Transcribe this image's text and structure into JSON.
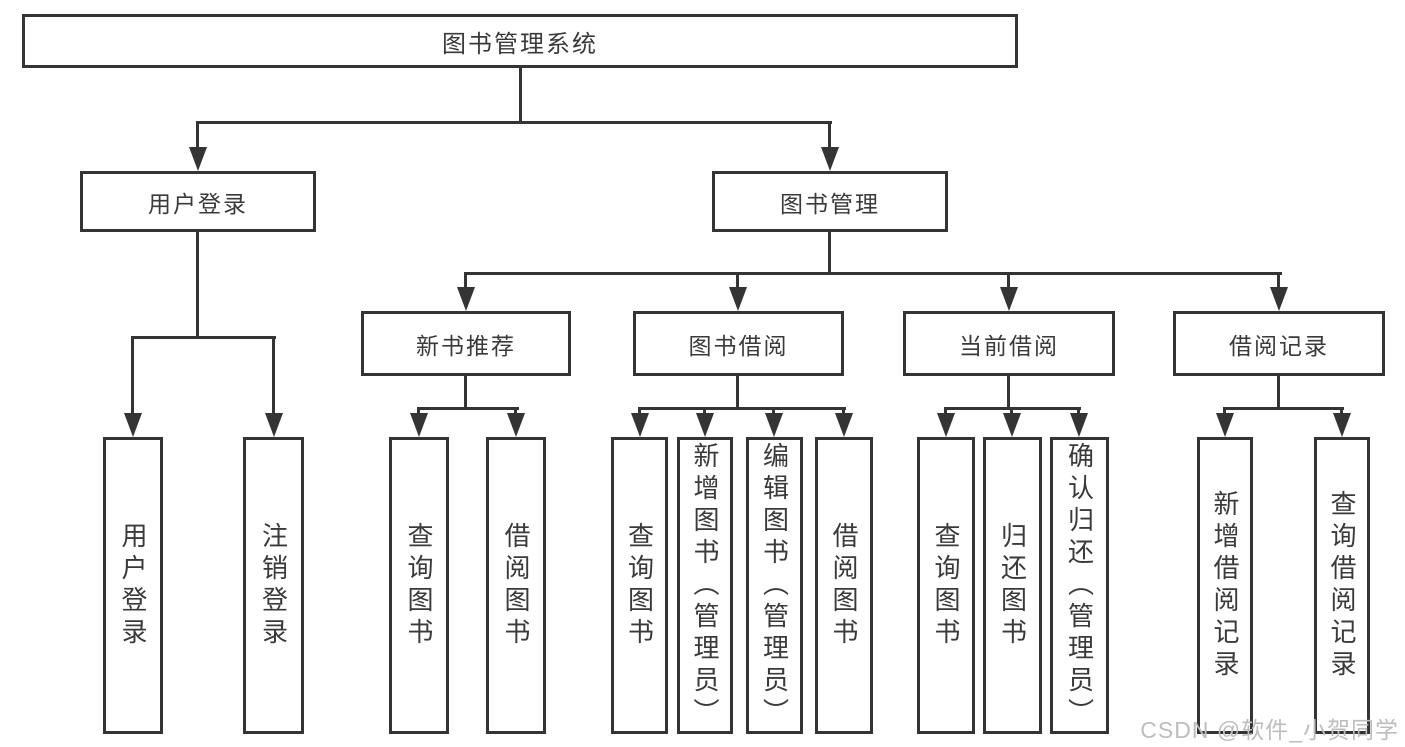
{
  "diagram_title": "图书管理系统",
  "tree": {
    "label": "图书管理系统",
    "children": [
      {
        "label": "用户登录",
        "children": [
          {
            "label": "用户登录"
          },
          {
            "label": "注销登录"
          }
        ]
      },
      {
        "label": "图书管理",
        "children": [
          {
            "label": "新书推荐",
            "children": [
              {
                "label": "查询图书"
              },
              {
                "label": "借阅图书"
              }
            ]
          },
          {
            "label": "图书借阅",
            "children": [
              {
                "label": "查询图书"
              },
              {
                "label": "新增图书（管理员）"
              },
              {
                "label": "编辑图书（管理员）"
              },
              {
                "label": "借阅图书"
              }
            ]
          },
          {
            "label": "当前借阅",
            "children": [
              {
                "label": "查询图书"
              },
              {
                "label": "归还图书"
              },
              {
                "label": "确认归还（管理员）"
              }
            ]
          },
          {
            "label": "借阅记录",
            "children": [
              {
                "label": "新增借阅记录"
              },
              {
                "label": "查询借阅记录"
              }
            ]
          }
        ]
      }
    ]
  },
  "watermark": "CSDN @软件_小贺同学",
  "colors": {
    "line": "#343434",
    "text": "#3a3a3a",
    "background": "#ffffff",
    "watermark": "#bfbcbc"
  }
}
